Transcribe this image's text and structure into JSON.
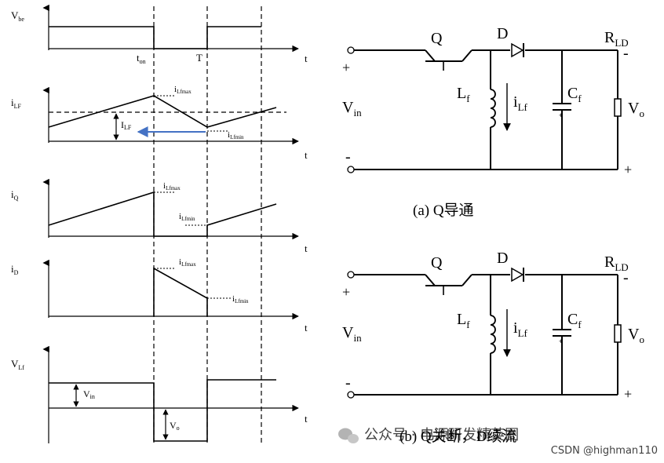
{
  "waveforms": {
    "vbe": {
      "label": "V",
      "sub": "be"
    },
    "ilf": {
      "label": "i",
      "sub": "LF"
    },
    "iq": {
      "label": "i",
      "sub": "Q"
    },
    "id": {
      "label": "i",
      "sub": "D"
    },
    "vlf": {
      "label": "V",
      "sub": "Lf"
    },
    "t_axis": "t",
    "ton": {
      "label": "t",
      "sub": "on"
    },
    "T": "T",
    "ilf_max": {
      "label": "i",
      "sub": "Lfmax"
    },
    "ilf_min": {
      "label": "i",
      "sub": "Lfmin"
    },
    "ilf_avg": {
      "label": "I",
      "sub": "LF"
    },
    "vin_step": {
      "label": "V",
      "sub": "in"
    },
    "vo_step": {
      "label": "V",
      "sub": "o"
    }
  },
  "circuit_a": {
    "Q": "Q",
    "D": "D",
    "RLD": {
      "label": "R",
      "sub": "LD"
    },
    "Lf": {
      "label": "L",
      "sub": "f"
    },
    "iLf": {
      "label": "i",
      "sub": "Lf"
    },
    "Cf": {
      "label": "C",
      "sub": "f"
    },
    "Vin": {
      "label": "V",
      "sub": "in"
    },
    "Vo": {
      "label": "V",
      "sub": "o"
    },
    "plus": "+",
    "minus": "-",
    "caption": "(a)  Q导通"
  },
  "circuit_b": {
    "Q": "Q",
    "D": "D",
    "RLD": {
      "label": "R",
      "sub": "LD"
    },
    "Lf": {
      "label": "L",
      "sub": "f"
    },
    "iLf": {
      "label": "i",
      "sub": "Lf"
    },
    "Cf": {
      "label": "C",
      "sub": "f"
    },
    "Vin": {
      "label": "V",
      "sub": "in"
    },
    "Vo": {
      "label": "V",
      "sub": "o"
    },
    "plus": "+",
    "minus": "-",
    "caption": "(b)  Q关断，D续流"
  },
  "watermark": {
    "wechat": "公众号 · 电源研发精英圈",
    "csdn": "CSDN @highman110"
  },
  "colors": {
    "line": "#000000",
    "arrow_blue": "#4472c4",
    "watermark": "#9a9a9a"
  }
}
